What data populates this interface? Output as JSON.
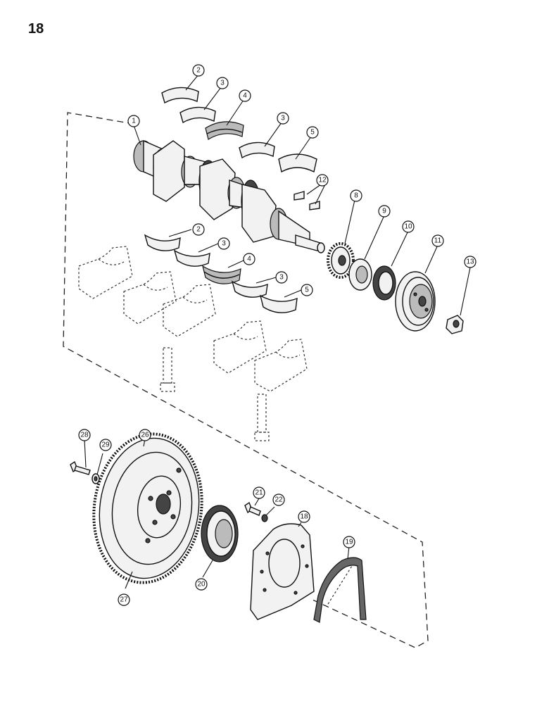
{
  "page_number": "18",
  "callouts": [
    {
      "id": "c2a",
      "label": "2"
    },
    {
      "id": "c3a",
      "label": "3"
    },
    {
      "id": "c4a",
      "label": "4"
    },
    {
      "id": "c3b",
      "label": "3"
    },
    {
      "id": "c5a",
      "label": "5"
    },
    {
      "id": "c1",
      "label": "1"
    },
    {
      "id": "c12",
      "label": "12"
    },
    {
      "id": "c8",
      "label": "8"
    },
    {
      "id": "c9",
      "label": "9"
    },
    {
      "id": "c10",
      "label": "10"
    },
    {
      "id": "c11",
      "label": "11"
    },
    {
      "id": "c13",
      "label": "13"
    },
    {
      "id": "c2b",
      "label": "2"
    },
    {
      "id": "c3c",
      "label": "3"
    },
    {
      "id": "c4b",
      "label": "4"
    },
    {
      "id": "c3d",
      "label": "3"
    },
    {
      "id": "c5b",
      "label": "5"
    },
    {
      "id": "c26",
      "label": "26"
    },
    {
      "id": "c28",
      "label": "28"
    },
    {
      "id": "c29",
      "label": "29"
    },
    {
      "id": "c21",
      "label": "21"
    },
    {
      "id": "c22",
      "label": "22"
    },
    {
      "id": "c18",
      "label": "18"
    },
    {
      "id": "c19",
      "label": "19"
    },
    {
      "id": "c20",
      "label": "20"
    },
    {
      "id": "c27",
      "label": "27"
    }
  ]
}
